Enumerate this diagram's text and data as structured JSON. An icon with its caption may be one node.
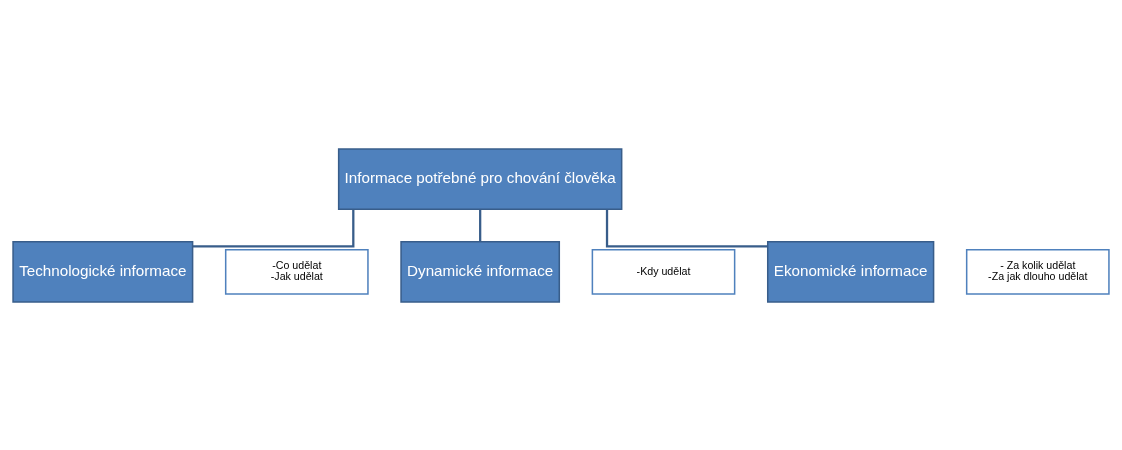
{
  "diagram": {
    "nodes": [
      {
        "text": [
          "Informace potřebné pro chování člověka"
        ]
      },
      {
        "text": [
          "Technologické informace"
        ]
      },
      {
        "text": [
          "Dynamické informace"
        ]
      },
      {
        "text": [
          "Ekonomické informace"
        ]
      },
      {
        "text": [
          "-Co udělat",
          "-Jak udělat"
        ]
      },
      {
        "text": [
          "-Kdy udělat"
        ]
      },
      {
        "text": [
          "- Za kolik udělat",
          "-Za jak dlouho udělat"
        ]
      }
    ],
    "edges": [
      {
        "from": 0,
        "to": 1,
        "arrow": "none"
      },
      {
        "from": 0,
        "to": 2,
        "arrow": "none"
      },
      {
        "from": 0,
        "to": 3,
        "arrow": "none"
      }
    ]
  }
}
